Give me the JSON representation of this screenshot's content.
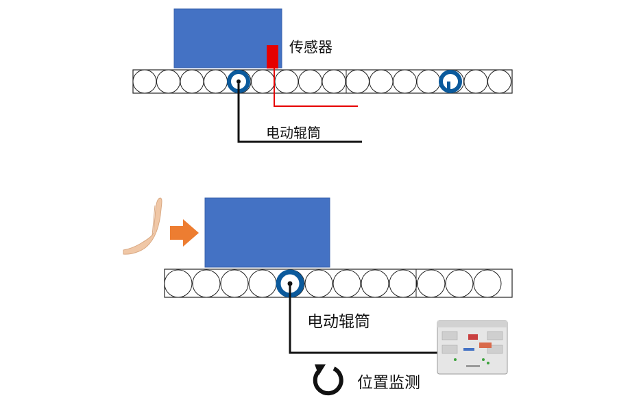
{
  "labels": {
    "sensor": "传感器",
    "motorized_roller_top": "电动辊筒",
    "motorized_roller_bottom": "电动辊筒",
    "position_monitoring": "位置监测"
  },
  "colors": {
    "box": "#4472C4",
    "sensor": "#E60000",
    "sensor_wire": "#E60000",
    "motor_roller": "#0B5A9C",
    "arrow": "#ED7D31",
    "wire": "#111111",
    "roller_outline": "#222222"
  },
  "icons": {
    "hand": "stop-hand-icon",
    "arrow": "push-arrow-icon",
    "controller": "controller-module-icon",
    "rotate": "rotate-icon"
  }
}
